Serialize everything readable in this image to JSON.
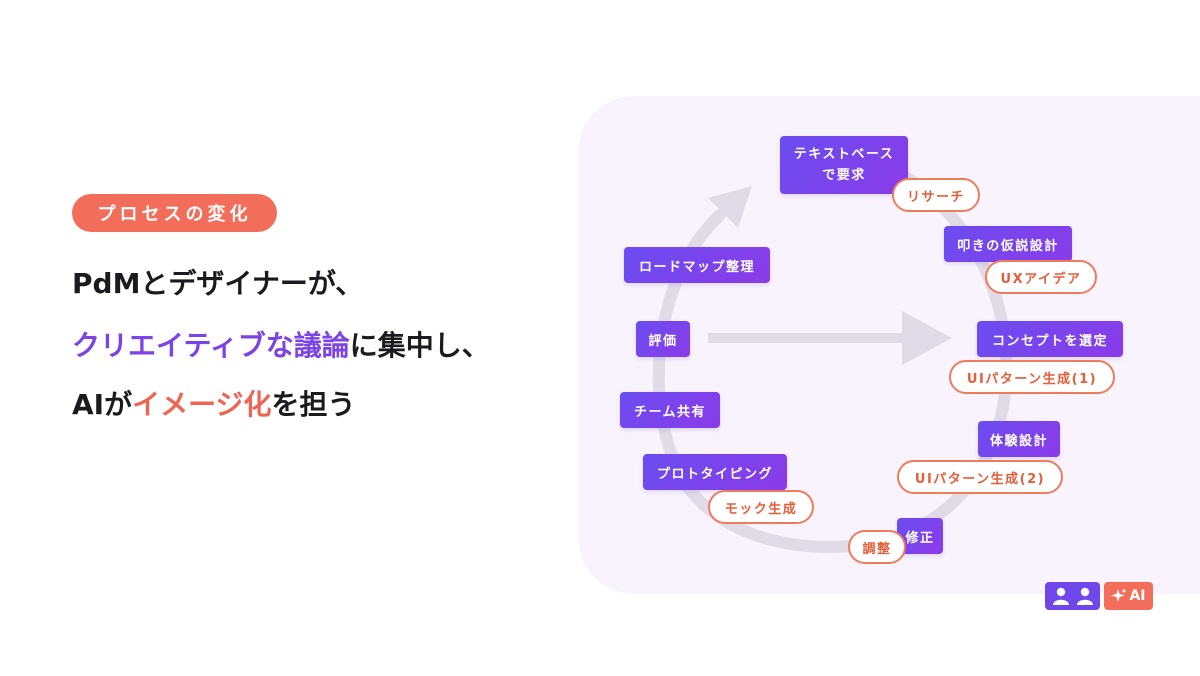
{
  "badge": "プロセスの変化",
  "headline": {
    "line1": "PdMとデザイナーが、",
    "line2_a": "クリエイティブな議論",
    "line2_b": "に集中し、",
    "line3_a": "AIが",
    "line3_b": "イメージ化",
    "line3_c": "を担う"
  },
  "cycle": {
    "boxes": {
      "text_based": "テキストベース\nで要求",
      "hypothesis": "叩きの仮説設計",
      "concept": "コンセプトを選定",
      "experience": "体験設計",
      "fix": "修正",
      "prototyping": "プロトタイピング",
      "team_share": "チーム共有",
      "evaluation": "評価",
      "roadmap": "ロードマップ整理"
    },
    "ai_pills": {
      "research": "リサーチ",
      "ux_idea": "UXアイデア",
      "ui_pattern_1": "UIパターン生成(1)",
      "ui_pattern_2": "UIパターン生成(2)",
      "adjust": "調整",
      "mock": "モック生成"
    }
  },
  "legend": {
    "ai_label": "AI",
    "user_icon": "user-icon",
    "ai_icon": "sparkle-icon"
  },
  "colors": {
    "purple": "#7047ea",
    "coral": "#f26e5b",
    "panel_bg": "#f8f3fc"
  }
}
